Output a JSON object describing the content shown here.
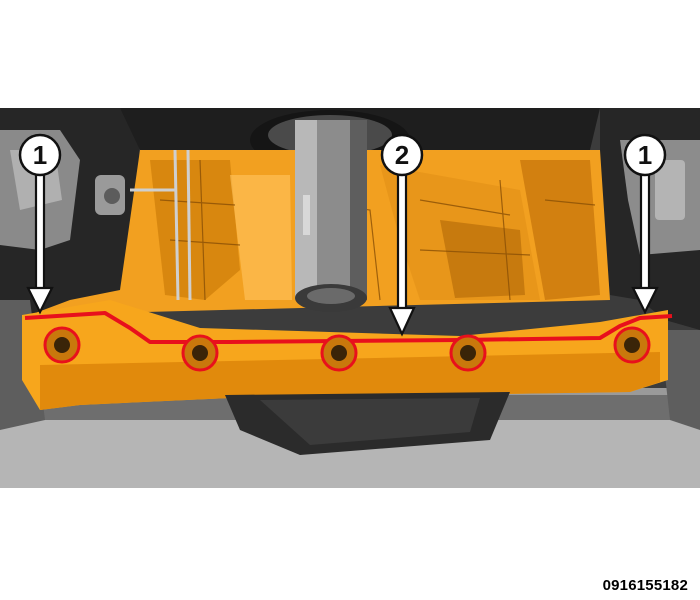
{
  "figure": {
    "id_label": "0916155182"
  },
  "callouts": [
    {
      "number": "1",
      "meaning": "sealant-bead-end"
    },
    {
      "number": "2",
      "meaning": "sealant-bead-center"
    },
    {
      "number": "1",
      "meaning": "sealant-bead-end"
    }
  ],
  "colors": {
    "pan_orange": "#f2a020",
    "pan_orange_dark": "#c77a0e",
    "pan_orange_light": "#ffc25a",
    "sealant_red": "#e8101c",
    "engine_dark": "#2a2a2a",
    "engine_mid": "#7c7c7c",
    "engine_light": "#bdbdbd",
    "callout_fill": "#ffffff",
    "callout_stroke": "#111111"
  },
  "bolt_hole_count": 5
}
